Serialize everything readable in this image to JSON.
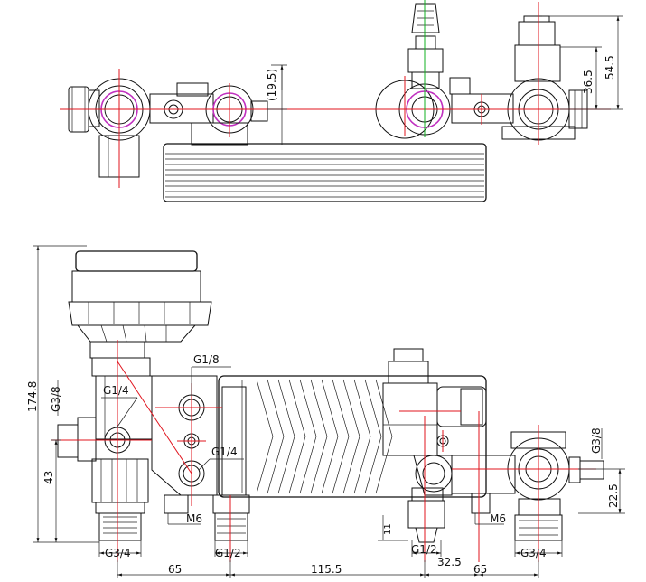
{
  "top_view": {
    "dim_offset": "(19.5)",
    "dim_height_total": "54.5",
    "dim_height_port": "36.5"
  },
  "front_view": {
    "dim_overall_height": "174.8",
    "dim_port_height": "43",
    "dim_right_height": "22.5",
    "dim_small": "11",
    "thread_g38_left": "G3/8",
    "thread_g38_right": "G3/8",
    "thread_g18": "G1/8",
    "thread_g14_upper": "G1/4",
    "thread_g14_lower": "G1/4",
    "thread_m6_left": "M6",
    "thread_m6_right": "M6",
    "thread_g34_left": "G3/4",
    "thread_g12_left": "G1/2",
    "thread_g12_right": "G1/2",
    "thread_g34_right": "G3/4",
    "dim_65_left": "65",
    "dim_115_5": "115.5",
    "dim_32_5": "32.5",
    "dim_65_right": "65"
  },
  "colors": {
    "outline": "#111111",
    "centerline": "#e0141e",
    "port_highlight": "#c030c0",
    "axis_highlight": "#10b020"
  }
}
